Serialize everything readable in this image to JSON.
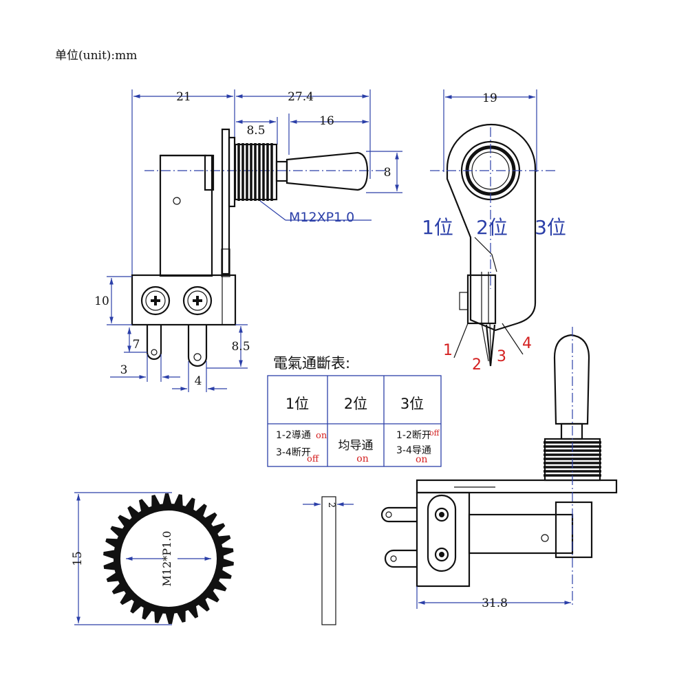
{
  "header": {
    "unit_label": "单位(unit):mm"
  },
  "colors": {
    "dimension": "#2b3fa8",
    "outline": "#111111",
    "pin_label": "#d42020"
  },
  "side_view": {
    "dim_21": "21",
    "dim_27_4": "27.4",
    "dim_8_5_top": "8.5",
    "dim_16": "16",
    "dim_8": "8",
    "thread_label": "M12XP1.0",
    "dim_10": "10",
    "dim_7": "7",
    "dim_3": "3",
    "dim_4": "4",
    "dim_8_5_right": "8.5"
  },
  "front_view": {
    "dim_19": "19",
    "positions": [
      "1位",
      "2位",
      "3位"
    ],
    "pins": [
      "1",
      "2",
      "3",
      "4"
    ]
  },
  "table": {
    "title": "電氣通斷表:",
    "headers": [
      "1位",
      "2位",
      "3位"
    ],
    "cells": [
      {
        "line1": "1-2導通",
        "line1_tag": "on",
        "line2": "3-4断开",
        "line2_tag": "off"
      },
      {
        "line1": "均导通",
        "line1_tag": "on"
      },
      {
        "line1": "1-2断开",
        "line1_tag": "off",
        "line2": "3-4导通",
        "line2_tag": "on"
      }
    ]
  },
  "nut_view": {
    "dim_15": "15",
    "thread": "M12*P1.0"
  },
  "washer_view": {
    "dim_2": "2"
  },
  "bottom_view": {
    "dim_31_8": "31.8"
  }
}
